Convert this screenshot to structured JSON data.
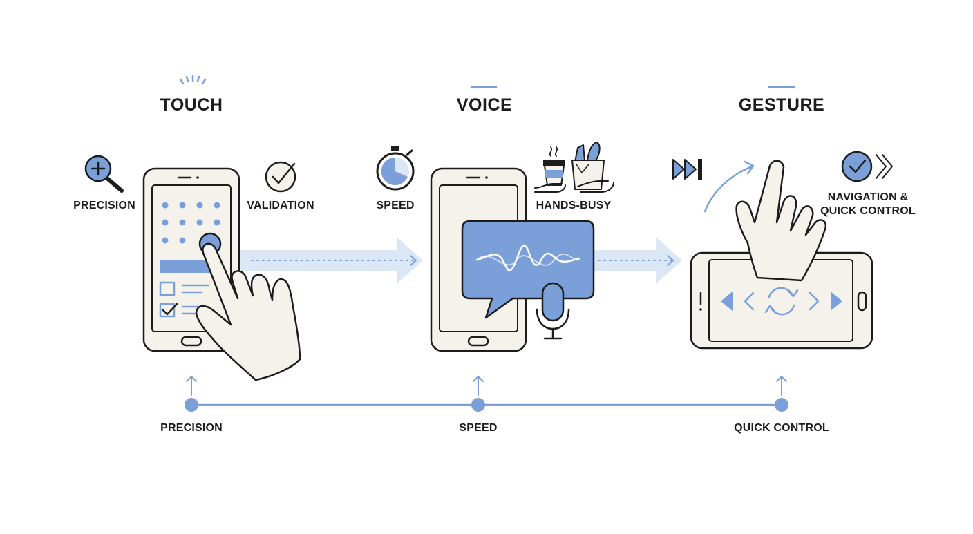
{
  "titles": {
    "touch": "TOUCH",
    "voice": "VOICE",
    "gesture": "GESTURE"
  },
  "touch": {
    "left_label": "PRECISION",
    "right_label": "VALIDATION"
  },
  "voice": {
    "left_label": "SPEED",
    "right_label": "HANDS-BUSY"
  },
  "gesture": {
    "right_label": "NAVIGATION & QUICK CONTROL"
  },
  "timeline": {
    "labels": [
      "PRECISION",
      "SPEED",
      "QUICK CONTROL"
    ]
  },
  "colors": {
    "accent": "#7b9fd8",
    "accent_light": "#dce7f6",
    "ink": "#1c1c1c",
    "fill": "#f4f2ea"
  },
  "icons": [
    "zoom-in-icon",
    "check-circle-icon",
    "stopwatch-icon",
    "coffee-cup-icon",
    "grocery-bag-icon",
    "fast-forward-icon",
    "check-chevrons-icon",
    "microphone-icon",
    "sync-icon"
  ]
}
